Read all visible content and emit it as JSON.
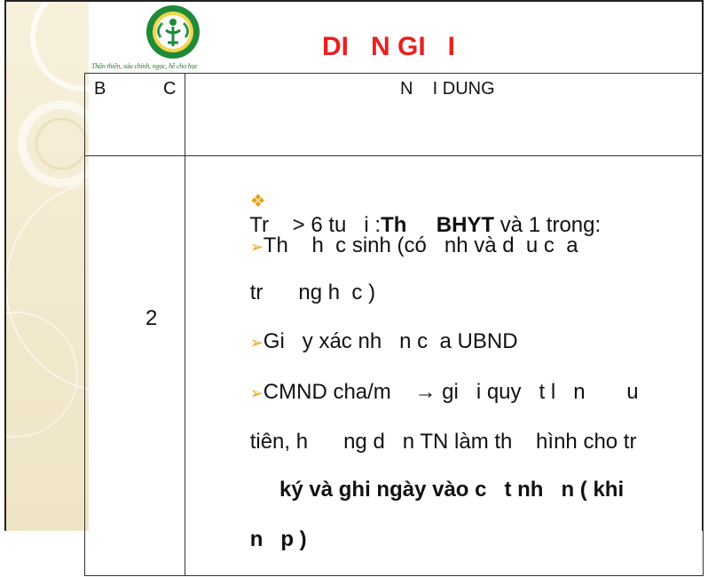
{
  "logo": {
    "tagline": "Thân thiện, sáu chính, ngọc, hề cho học"
  },
  "title": "DI   N GI   I",
  "table": {
    "col_b_left": "B",
    "col_b_right": "C",
    "col_content": "N    I DUNG",
    "step": "2",
    "lines": [
      {
        "bullet": "diamond-icon",
        "pre": "Tr    > 6 tu   i :",
        "bold": "Th     BHYT",
        "post": " và 1 trong:"
      },
      {
        "bullet": "arrowhead-icon",
        "pre": "Th    h  c sinh (có   nh và d  u c  a"
      },
      {
        "pre": "tr      ng h  c )"
      },
      {
        "bullet": "arrowhead-icon",
        "pre": "Gi   y xác nh   n c  a UBND"
      },
      {
        "bullet": "arrowhead-icon",
        "pre": "CMND cha/m    → gi   i quy   t l   n       u"
      },
      {
        "pre": "tiên, h      ng d   n TN làm th    hình cho tr"
      },
      {
        "bold": "     ký và ghi ngày vào c   t nh   n ( khi"
      },
      {
        "bold": "n   p )"
      }
    ]
  }
}
